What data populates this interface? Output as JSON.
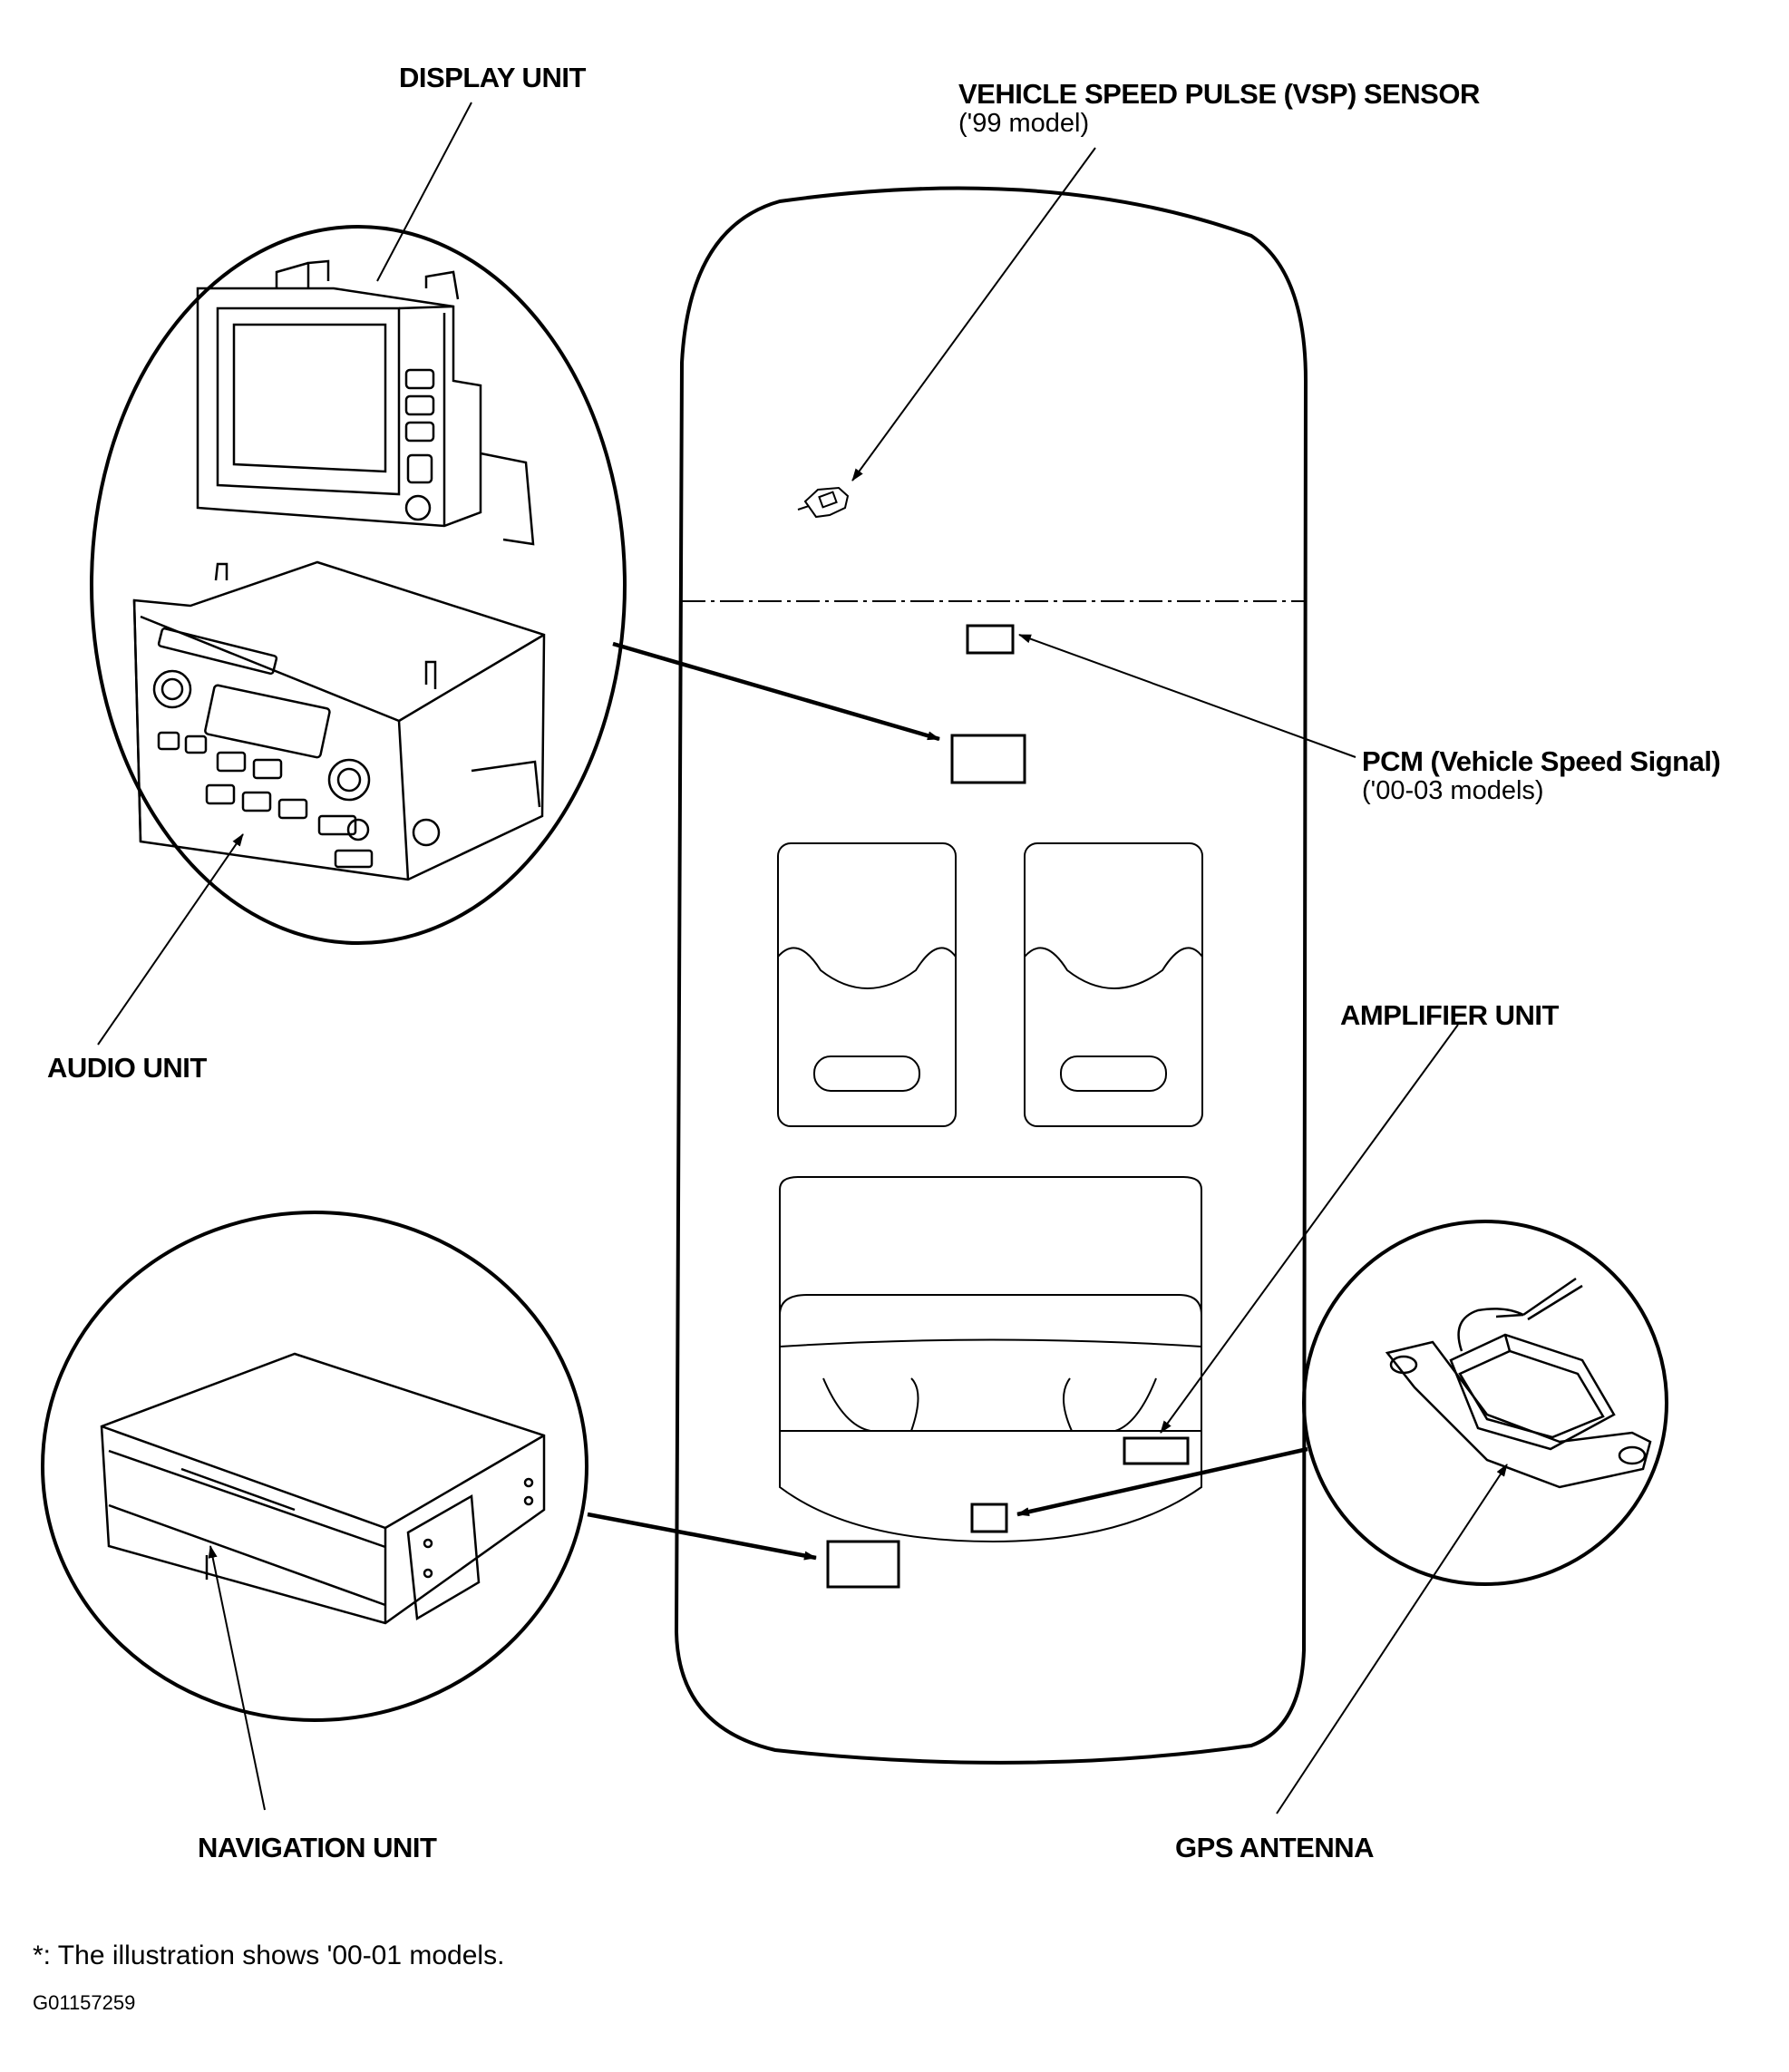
{
  "labels": {
    "display_unit": "DISPLAY UNIT",
    "vsp_sensor": "VEHICLE SPEED PULSE (VSP) SENSOR",
    "vsp_model": "('99 model)",
    "pcm": "PCM (Vehicle Speed Signal)",
    "pcm_models": "('00-03 models)",
    "audio_unit": "AUDIO UNIT",
    "amplifier_unit": "AMPLIFIER UNIT",
    "navigation_unit": "NAVIGATION UNIT",
    "gps_antenna": "GPS ANTENNA"
  },
  "footer": {
    "note": "*: The illustration shows '00-01 models.",
    "figure_code": "G01157259"
  }
}
